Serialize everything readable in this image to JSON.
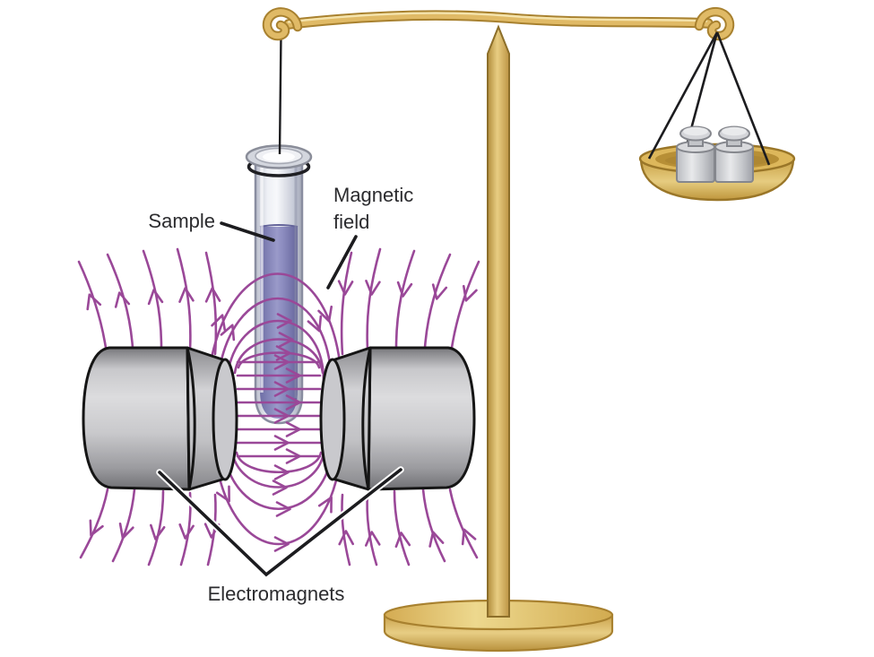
{
  "figure": {
    "type": "physics-apparatus-diagram",
    "description": "Balance scale with a sample tube suspended between two electromagnets (Gouy balance); magnetic field lines span the pole gap and counterweights sit on the opposite pan.",
    "labels": {
      "sample": "Sample",
      "magnetic_field": "Magnetic field",
      "electromagnets": "Electromagnets"
    }
  },
  "colors": {
    "field-line": "#9a4898",
    "text": "#2b2b2e",
    "gold": "#e0ba66",
    "gold-dark": "#a8812f",
    "gold-light": "#f4e3ac",
    "string": "#1c1c1f",
    "magnet-outline": "#151515"
  }
}
